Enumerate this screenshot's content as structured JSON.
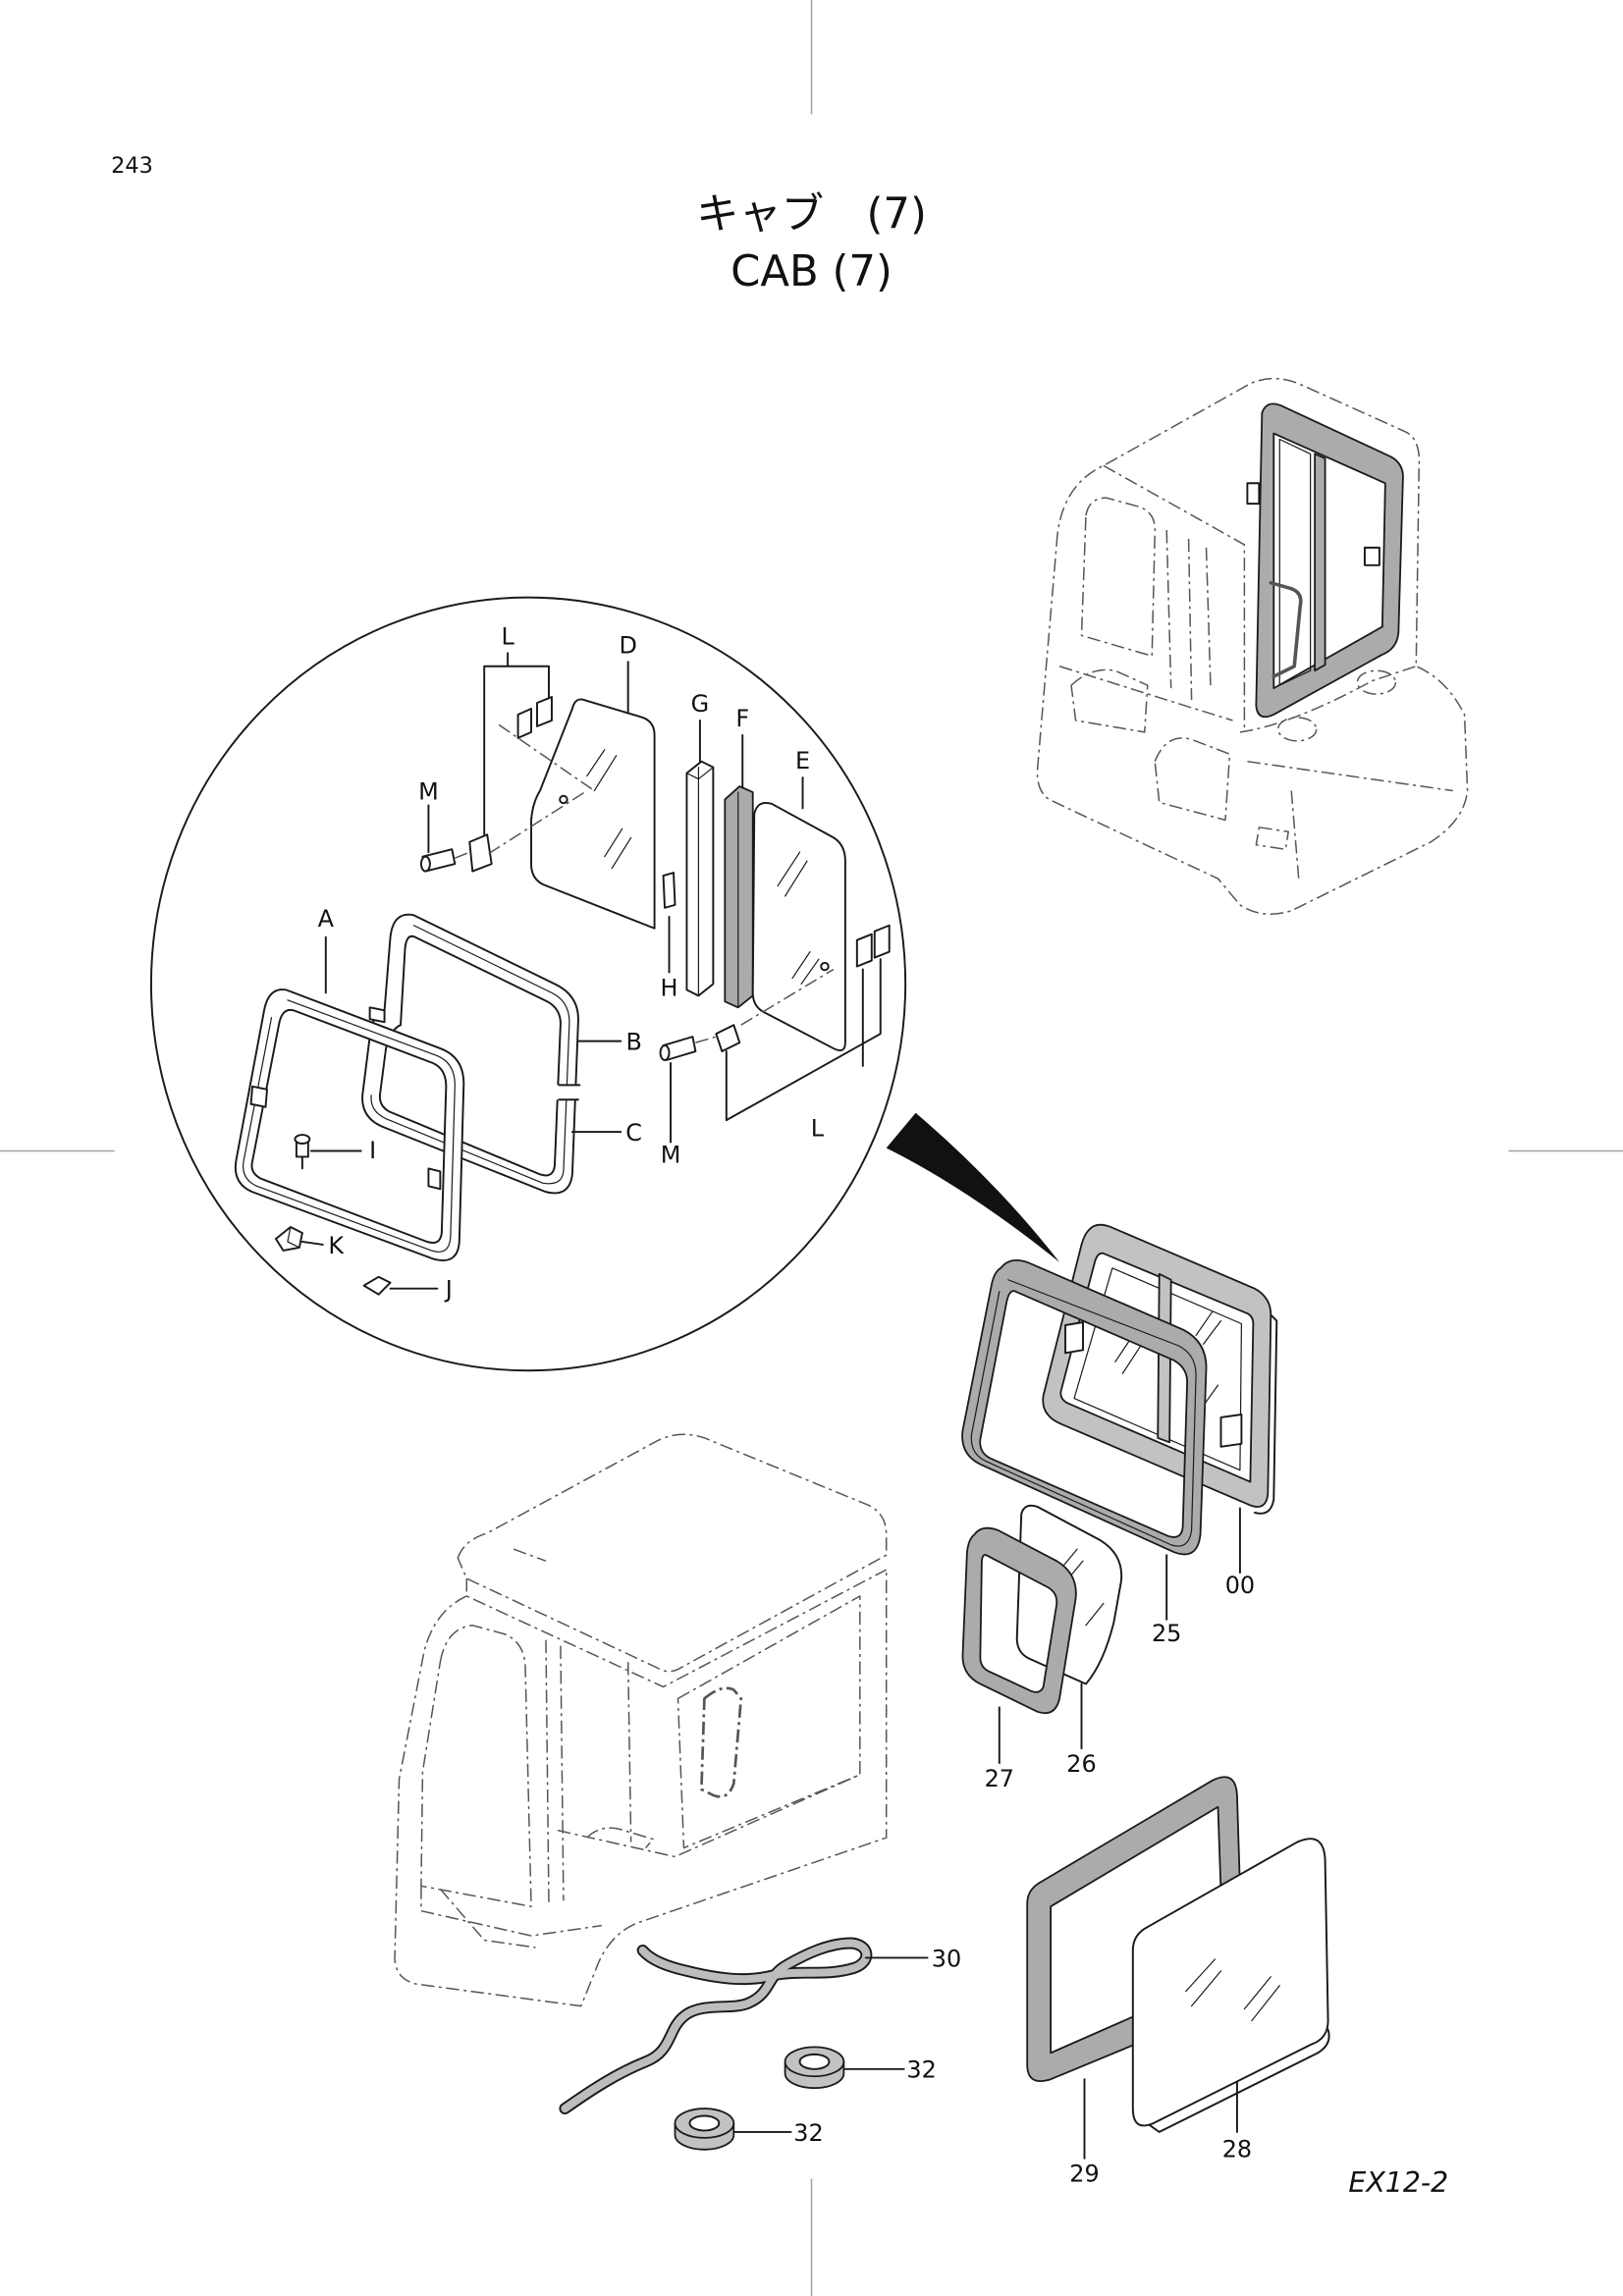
{
  "page": {
    "page_number": "243",
    "title_ja": "キャブ　(7)",
    "title_en": "CAB (7)",
    "figure_code": "EX12-2"
  },
  "detail_callouts": [
    "L",
    "D",
    "G",
    "F",
    "E",
    "M",
    "A",
    "H",
    "B",
    "C",
    "I",
    "M",
    "L",
    "K",
    "J"
  ],
  "part_callouts": [
    "00",
    "25",
    "26",
    "27",
    "30",
    "32",
    "32",
    "29",
    "28"
  ]
}
